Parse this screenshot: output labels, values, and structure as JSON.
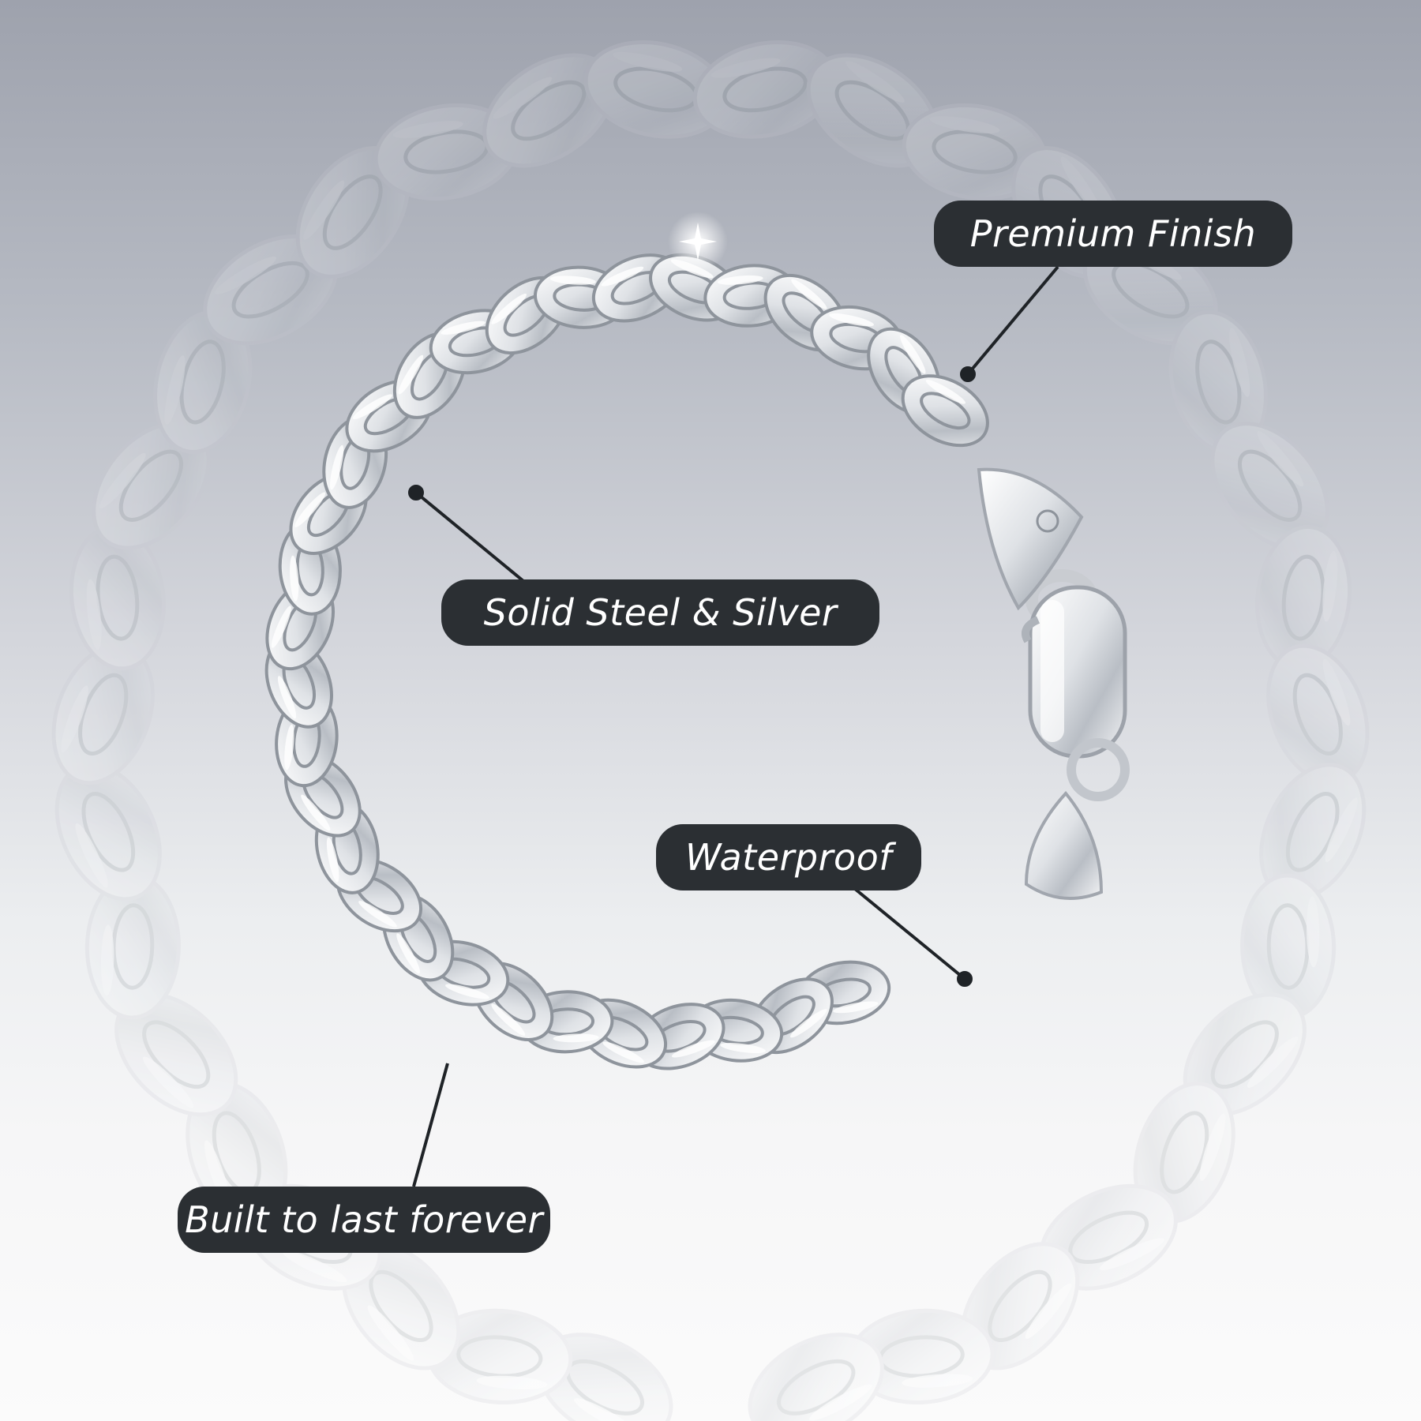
{
  "canvas": {
    "background_top": "#9ea2ad",
    "background_bottom": "#fbfbfb"
  },
  "product": {
    "name_icon": "silver-curb-chain-bracelet",
    "clasp_icon": "lobster-clasp",
    "metal_color": "#e9ebee"
  },
  "callouts": {
    "premium_finish": "Premium Finish",
    "solid_steel_silver": "Solid Steel & Silver",
    "waterproof": "Waterproof",
    "built_to_last": "Built to last forever"
  },
  "theme": {
    "label_bg": "#2b2f33",
    "label_text": "#ffffff",
    "leader_line": "#1f2327"
  }
}
